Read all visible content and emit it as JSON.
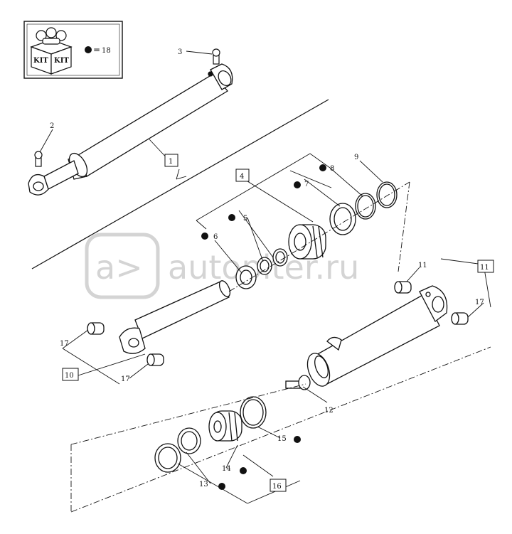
{
  "kit": {
    "left_word": "KIT",
    "right_word": "KIT",
    "equals": "=",
    "count": "18"
  },
  "watermark": {
    "logo_text": "a>",
    "site_text": "autopiter.ru"
  },
  "callouts": {
    "c1": "1",
    "c2": "2",
    "c3": "3",
    "c4": "4",
    "c5": "5",
    "c6": "6",
    "c7": "7",
    "c8": "8",
    "c9": "9",
    "c10": "10",
    "c11a": "11",
    "c11b": "11",
    "c12": "12",
    "c13": "13",
    "c14": "14",
    "c15": "15",
    "c16": "16",
    "c17a": "17",
    "c17b": "17",
    "c17c": "17"
  },
  "colors": {
    "ink": "#111111",
    "watermark": "#d4d4d4",
    "background": "#ffffff"
  }
}
